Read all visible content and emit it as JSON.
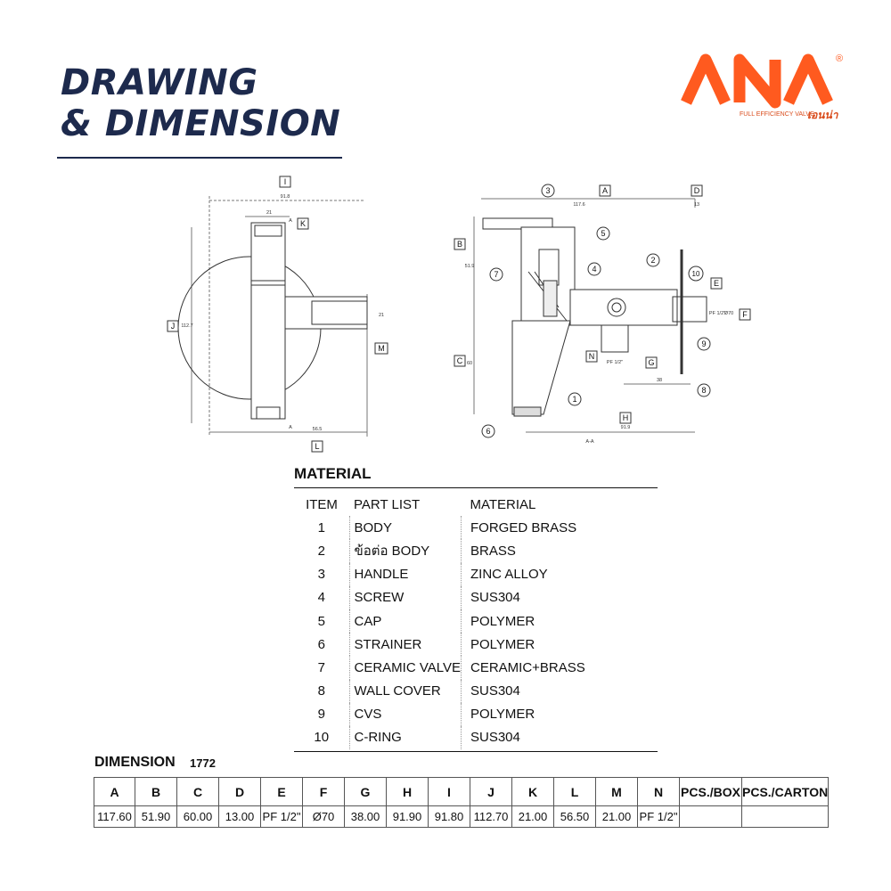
{
  "title": {
    "line1": "DRAWING",
    "line2": "& DIMENSION"
  },
  "brand": {
    "name": "ANA",
    "registered": "®",
    "tagline": "FULL EFFICIENCY VALVE",
    "tagline_th": "เอนน่า",
    "color": "#ff5a1f"
  },
  "drawing": {
    "front": {
      "letters": [
        "I",
        "K",
        "J",
        "M",
        "L"
      ],
      "dims": [
        "91.8",
        "21",
        "A",
        "112.7",
        "21",
        "A",
        "56.5"
      ]
    },
    "section": {
      "letters": [
        "A",
        "D",
        "B",
        "E",
        "F",
        "C",
        "N",
        "G",
        "H"
      ],
      "dims": [
        "117.6",
        "13",
        "51.9",
        "Ø70",
        "PF 1/2\"",
        "60",
        "PF 1/2\"",
        "38",
        "91.9",
        "A-A"
      ],
      "callouts": [
        "1",
        "2",
        "3",
        "4",
        "5",
        "6",
        "7",
        "8",
        "9",
        "10"
      ]
    }
  },
  "material": {
    "title": "MATERIAL",
    "headers": {
      "item": "ITEM",
      "part": "PART LIST",
      "material": "MATERIAL"
    },
    "rows": [
      {
        "item": "1",
        "part": "BODY",
        "material": "FORGED BRASS"
      },
      {
        "item": "2",
        "part": "ข้อต่อ BODY",
        "material": "BRASS"
      },
      {
        "item": "3",
        "part": "HANDLE",
        "material": "ZINC ALLOY"
      },
      {
        "item": "4",
        "part": "SCREW",
        "material": "SUS304"
      },
      {
        "item": "5",
        "part": "CAP",
        "material": "POLYMER"
      },
      {
        "item": "6",
        "part": "STRAINER",
        "material": "POLYMER"
      },
      {
        "item": "7",
        "part": "CERAMIC VALVE",
        "material": "CERAMIC+BRASS"
      },
      {
        "item": "8",
        "part": "WALL COVER",
        "material": "SUS304"
      },
      {
        "item": "9",
        "part": "CVS",
        "material": "POLYMER"
      },
      {
        "item": "10",
        "part": "C-RING",
        "material": "SUS304"
      }
    ]
  },
  "dimension": {
    "title": "DIMENSION",
    "model": "1772",
    "headers": [
      "A",
      "B",
      "C",
      "D",
      "E",
      "F",
      "G",
      "H",
      "I",
      "J",
      "K",
      "L",
      "M",
      "N",
      "PCS./BOX",
      "PCS./CARTON"
    ],
    "values": [
      "117.60",
      "51.90",
      "60.00",
      "13.00",
      "PF 1/2\"",
      "Ø70",
      "38.00",
      "91.90",
      "91.80",
      "112.70",
      "21.00",
      "56.50",
      "21.00",
      "PF 1/2\"",
      "",
      ""
    ]
  }
}
